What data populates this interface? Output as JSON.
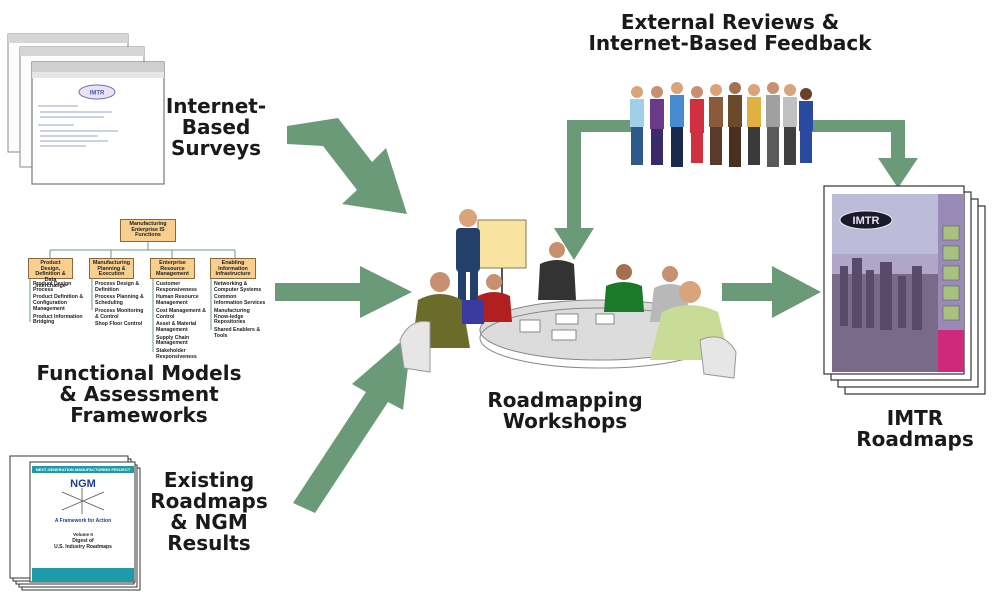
{
  "labels": {
    "surveys": [
      "Internet-",
      "Based",
      "Surveys"
    ],
    "functional": [
      "Functional Models",
      "& Assessment",
      "Frameworks"
    ],
    "existing": [
      "Existing",
      "Roadmaps",
      "& NGM",
      "Results"
    ],
    "workshops": [
      "Roadmapping",
      "Workshops"
    ],
    "reviews": [
      "External Reviews &",
      "Internet-Based Feedback"
    ],
    "roadmaps": [
      "IMTR",
      "Roadmaps"
    ]
  },
  "survey_logo": "IMTR",
  "roadmap_logo": "IMTR",
  "functional_model": {
    "root": "Manufacturing Enterprise IS Functions",
    "branches": [
      {
        "title": "Product Design, Definition & Data Interchange",
        "items": [
          "Product Design Process",
          "Product Definition & Configuration Management",
          "Product Information Bridging"
        ]
      },
      {
        "title": "Manufacturing Planning & Execution",
        "items": [
          "Process Design & Definition",
          "Process Planning & Scheduling",
          "Process Monitoring & Control",
          "Shop Floor Control"
        ]
      },
      {
        "title": "Enterprise Resource Management",
        "items": [
          "Customer Responsiveness",
          "Human Resource Management",
          "Cost Management & Control",
          "Asset & Material Management",
          "Supply Chain Management",
          "Stakeholder Responsiveness"
        ]
      },
      {
        "title": "Enabling Information Infrastructure",
        "items": [
          "Networking & Computer Systems",
          "Common Information Services",
          "Manufacturing Know-ledge Repositories",
          "Shared Enablers & Tools"
        ]
      }
    ]
  },
  "ngm_doc": {
    "header": "NEXT-GENERATION MANUFACTURING PROJECT",
    "logo": "NGM",
    "tagline": "A Framework for Action",
    "volume": "Volume II",
    "title": "Digest of",
    "subtitle": "U.S. Industry Roadmaps"
  },
  "colors": {
    "arrow": "#6a9a78",
    "box": "#f8cf8e",
    "ngm_header": "#1f9aa8",
    "roadmap_stripe": "#d0287a"
  }
}
